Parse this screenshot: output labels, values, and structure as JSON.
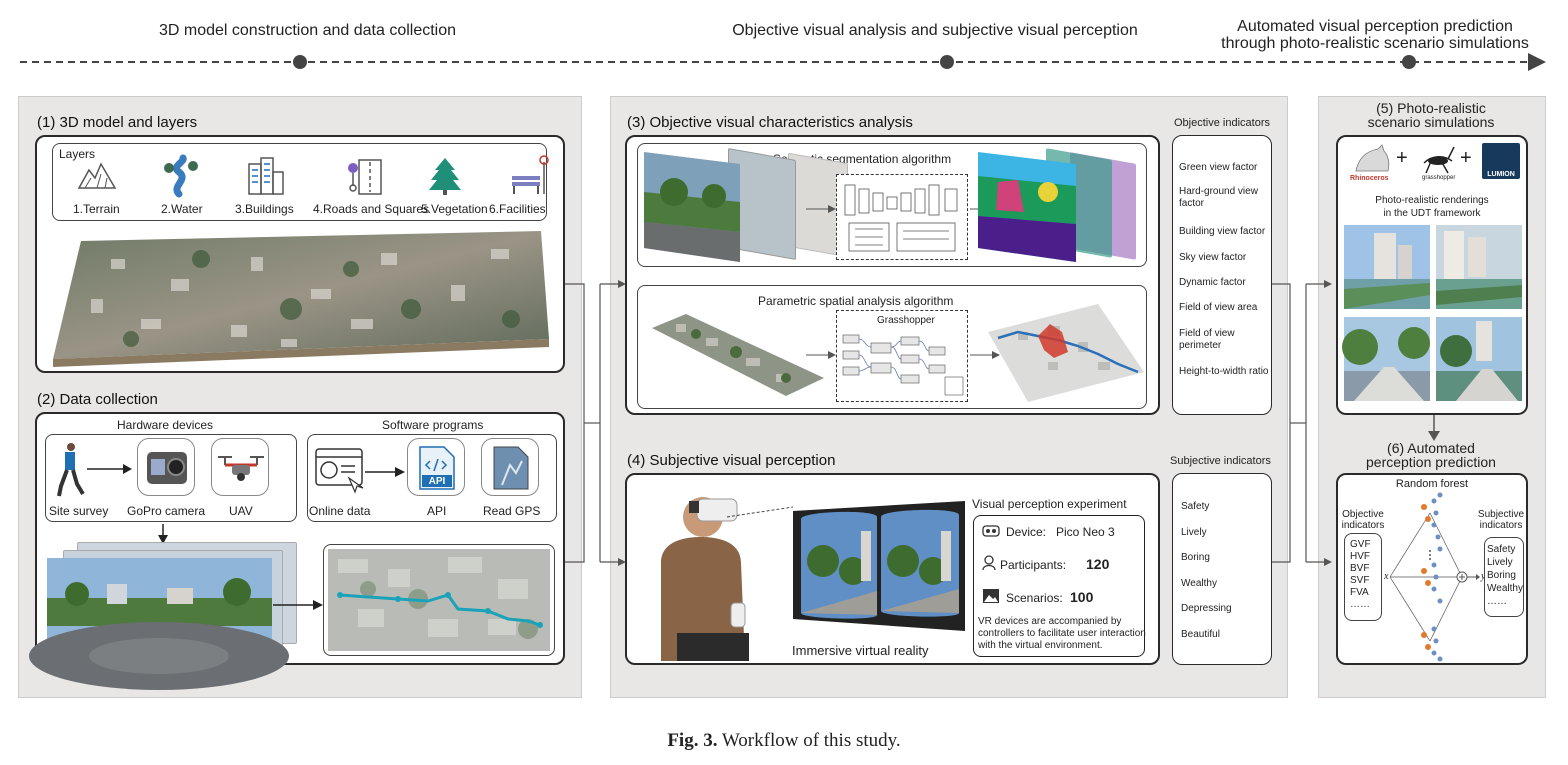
{
  "phases": {
    "p1": "3D model construction and data collection",
    "p2": "Objective visual analysis and subjective visual perception",
    "p3_line1": "Automated visual perception prediction",
    "p3_line2": "through photo-realistic scenario simulations"
  },
  "section1": {
    "title": "(1) 3D model and layers",
    "layers_title": "Layers",
    "layers": [
      "1.Terrain",
      "2.Water",
      "3.Buildings",
      "4.Roads and Squares",
      "5.Vegetation",
      "6.Facilities"
    ]
  },
  "section2": {
    "title": "(2) Data collection",
    "hardware_title": "Hardware devices",
    "software_title": "Software programs",
    "site_survey": "Site survey",
    "gopro": "GoPro camera",
    "uav": "UAV",
    "online_data": "Online data",
    "api": "API",
    "api_badge": "API",
    "read_gps": "Read GPS"
  },
  "section3": {
    "title": "(3) Objective visual characteristics analysis",
    "semseg": "Semantic segmentation algorithm",
    "parametric": "Parametric spatial analysis algorithm",
    "grasshopper": "Grasshopper",
    "obj_title": "Objective indicators",
    "indicators": [
      "Green view factor",
      "Hard-ground view factor",
      "Building view factor",
      "Sky view factor",
      "Dynamic factor",
      "Field of view area",
      "Field of view perimeter",
      "Height-to-width ratio"
    ]
  },
  "section4": {
    "title": "(4) Subjective visual perception",
    "vpe": "Visual perception experiment",
    "device_label": "Device:",
    "device_value": "Pico Neo 3",
    "participants_label": "Participants:",
    "participants_value": "120",
    "scenarios_label": "Scenarios:",
    "scenarios_value": "100",
    "note": "VR devices are accompanied by controllers to facilitate user interaction with the virtual environment.",
    "immersive": "Immersive virtual reality",
    "subj_title": "Subjective indicators",
    "indicators": [
      "Safety",
      "Lively",
      "Boring",
      "Wealthy",
      "Depressing",
      "Beautiful"
    ]
  },
  "section5": {
    "title_line1": "(5) Photo-realistic",
    "title_line2": "scenario simulations",
    "rhino": "Rhinoceros",
    "grasshopper": "grasshopper",
    "lumion": "LUMION",
    "renderings_line1": "Photo-realistic renderings",
    "renderings_line2": "in the UDT framework"
  },
  "section6": {
    "title_line1": "(6) Automated",
    "title_line2": "perception prediction",
    "rf": "Random forest",
    "obj_line1": "Objective",
    "obj_line2": "indicators",
    "obj_items": [
      "GVF",
      "HVF",
      "BVF",
      "SVF",
      "FVA",
      "……"
    ],
    "subj_line1": "Subjective",
    "subj_line2": "indicators",
    "subj_items": [
      "Safety",
      "Lively",
      "Boring",
      "Wealthy",
      "……"
    ],
    "x": "x",
    "y": "y"
  },
  "caption": {
    "label": "Fig. 3.",
    "text": "Workflow of this study."
  },
  "colors": {
    "stage_bg": "#e9e7e6",
    "water_blue": "#3a7bbf",
    "vegetation_green": "#1f8f7a",
    "facility_red": "#c0392b",
    "api_blue": "#1f6fb5"
  }
}
